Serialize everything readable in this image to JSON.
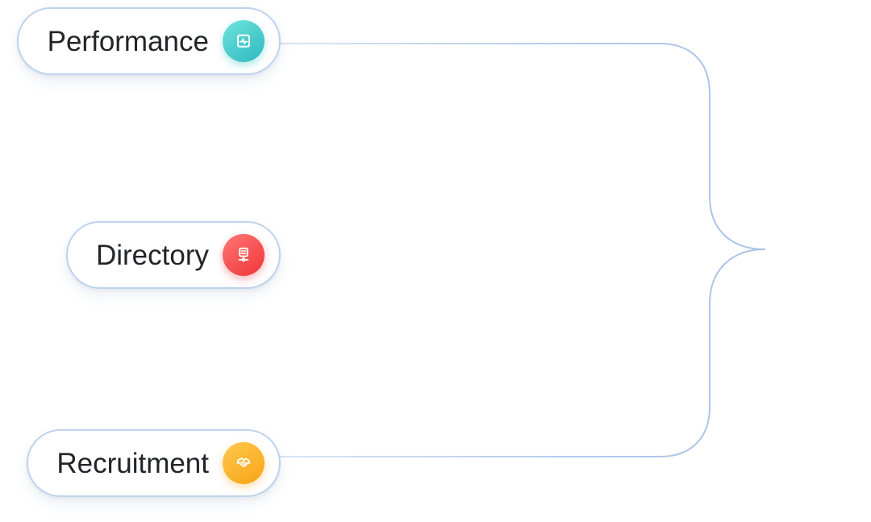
{
  "diagram": {
    "nodes": [
      {
        "label": "Performance",
        "icon": "performance-chart-icon",
        "icon_color": "#35BEC4"
      },
      {
        "label": "Directory",
        "icon": "directory-server-icon",
        "icon_color": "#F33E40"
      },
      {
        "label": "Recruitment",
        "icon": "recruitment-handshake-icon",
        "icon_color": "#F8AA18"
      }
    ],
    "connector_color": "#B7CDEB"
  }
}
